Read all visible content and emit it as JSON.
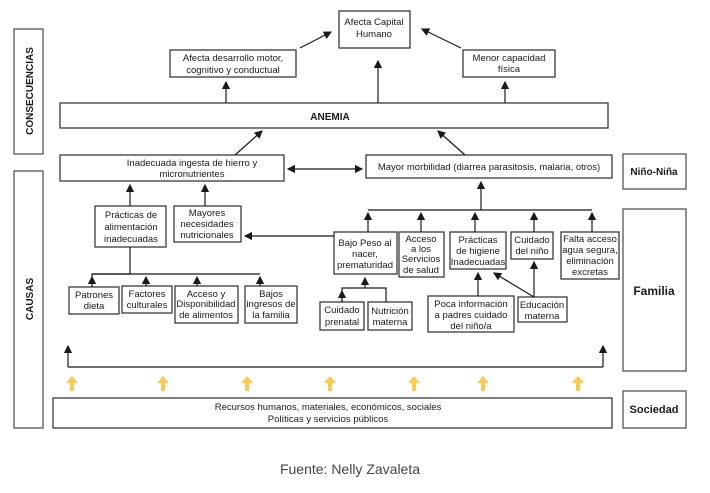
{
  "sections": {
    "consecuencias": "CONSECUENCIAS",
    "causas": "CAUSAS",
    "nino_nina": "Niño-Niña",
    "familia": "Familia",
    "sociedad": "Sociedad"
  },
  "consequences": {
    "capital_humano": [
      "Afecta Capital",
      "Humano"
    ],
    "desarrollo": [
      "Afecta  desarrollo motor,",
      "cognitivo y conductual"
    ],
    "capacidad_fisica": [
      "Menor capacidad",
      "física"
    ]
  },
  "anemia": "ANEMIA",
  "child_level": {
    "ingesta": [
      "Inadecuada ingesta de hierro y",
      "micronutrientes"
    ],
    "morbilidad": [
      "Mayor morbilidad  (diarrea  parasitosis, malaria, otros)"
    ]
  },
  "family_level": {
    "practicas_alimentacion": [
      "Prácticas de",
      "alimentación",
      "inadecuadas"
    ],
    "necesidades": [
      "Mayores",
      "necesidades",
      "nutricionales"
    ],
    "bajo_peso": [
      "Bajo Peso al",
      "nacer,",
      "prematuridad"
    ],
    "acceso_servicios": [
      "Acceso",
      "a los",
      "Servicios",
      "de salud"
    ],
    "practicas_higiene": [
      "Prácticas",
      "de higiene",
      "Inadecuadas"
    ],
    "cuidado_nino": [
      "Cuidado",
      "del  niño"
    ],
    "falta_agua": [
      "Falta acceso",
      "agua segura,",
      "eliminación",
      "excretas"
    ],
    "patrones": [
      "Patrones",
      "dieta"
    ],
    "factores": [
      "Factores",
      "culturales"
    ],
    "acceso_alimentos": [
      "Acceso y",
      "Disponibilidad",
      "de alimentos"
    ],
    "bajos_ingresos": [
      "Bajos",
      "ingresos de",
      "la familia"
    ],
    "cuidado_prenatal": [
      "Cuidado",
      "prenatal"
    ],
    "nutricion_materna": [
      "Nutrición",
      "materna"
    ],
    "poca_informacion": [
      "Poca información",
      "a padres cuidado",
      "del niño/a"
    ],
    "educacion_materna": [
      "Educación",
      "materna"
    ]
  },
  "society": [
    "Recursos humanos, materiales, económicos, sociales",
    "Políticas y servicios públicos"
  ],
  "source": "Fuente: Nelly Zavaleta",
  "colors": {
    "upward_arrow": "#ffc94a",
    "line": "#1a1a1a"
  }
}
